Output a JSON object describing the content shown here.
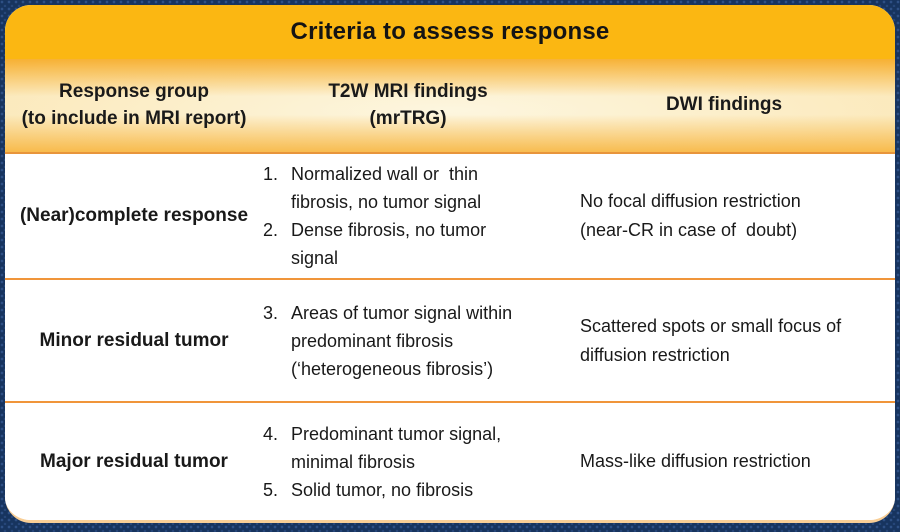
{
  "title": "Criteria to assess response",
  "colors": {
    "navy_background": "#17345F",
    "gold_band": "#FBB712",
    "header_cream": "#FDF6DF",
    "header_amber": "#F5A928",
    "row_separator_orange": "#F0953A",
    "bottom_border_peach": "#F8CE96",
    "text": "#191919"
  },
  "table": {
    "headers": [
      {
        "label": "Response group\n(to include in MRI report)"
      },
      {
        "label": "T2W MRI findings\n(mrTRG)"
      },
      {
        "label": "DWI findings"
      }
    ],
    "rows": [
      {
        "response_group": "(Near)complete response",
        "t2w_items": [
          {
            "num": "1.",
            "text": "Normalized wall or  thin\nfibrosis, no tumor signal"
          },
          {
            "num": "2.",
            "text": "Dense fibrosis, no tumor\nsignal"
          }
        ],
        "dwi": "No focal diffusion restriction\n(near-CR in case of  doubt)"
      },
      {
        "response_group": "Minor residual tumor",
        "t2w_items": [
          {
            "num": "3.",
            "text": "Areas of tumor signal within\npredominant fibrosis\n(‘heterogeneous fibrosis’)"
          }
        ],
        "dwi": "Scattered spots or small focus of\ndiffusion restriction"
      },
      {
        "response_group": "Major residual tumor",
        "t2w_items": [
          {
            "num": "4.",
            "text": "Predominant tumor signal,\nminimal fibrosis"
          },
          {
            "num": "5.",
            "text": "Solid tumor, no fibrosis"
          }
        ],
        "dwi": "Mass-like diffusion restriction"
      }
    ]
  }
}
